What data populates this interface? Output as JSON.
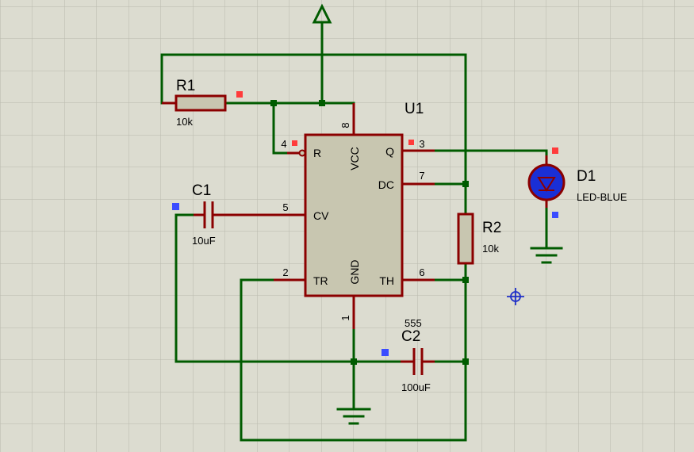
{
  "ic": {
    "ref": "U1",
    "part": "555",
    "pins": {
      "reset": {
        "num": "4",
        "name": "R"
      },
      "vcc": {
        "num": "8",
        "name": "VCC"
      },
      "q": {
        "num": "3",
        "name": "Q"
      },
      "dc": {
        "num": "7",
        "name": "DC"
      },
      "cv": {
        "num": "5",
        "name": "CV"
      },
      "tr": {
        "num": "2",
        "name": "TR"
      },
      "gnd": {
        "num": "1",
        "name": "GND"
      },
      "th": {
        "num": "6",
        "name": "TH"
      }
    }
  },
  "r1": {
    "ref": "R1",
    "value": "10k"
  },
  "r2": {
    "ref": "R2",
    "value": "10k"
  },
  "c1": {
    "ref": "C1",
    "value": "10uF"
  },
  "c2": {
    "ref": "C2",
    "value": "100uF"
  },
  "d1": {
    "ref": "D1",
    "value": "LED-BLUE"
  },
  "colors": {
    "background": "#dcdcd0",
    "grid": "#b9b9ad",
    "wire": "#005b00",
    "component": "#8b0000",
    "component_fill": "#c8c6b0",
    "led": "#1a2fd6",
    "marker_red": "#ff3b3b",
    "marker_blue": "#3a4cff"
  }
}
